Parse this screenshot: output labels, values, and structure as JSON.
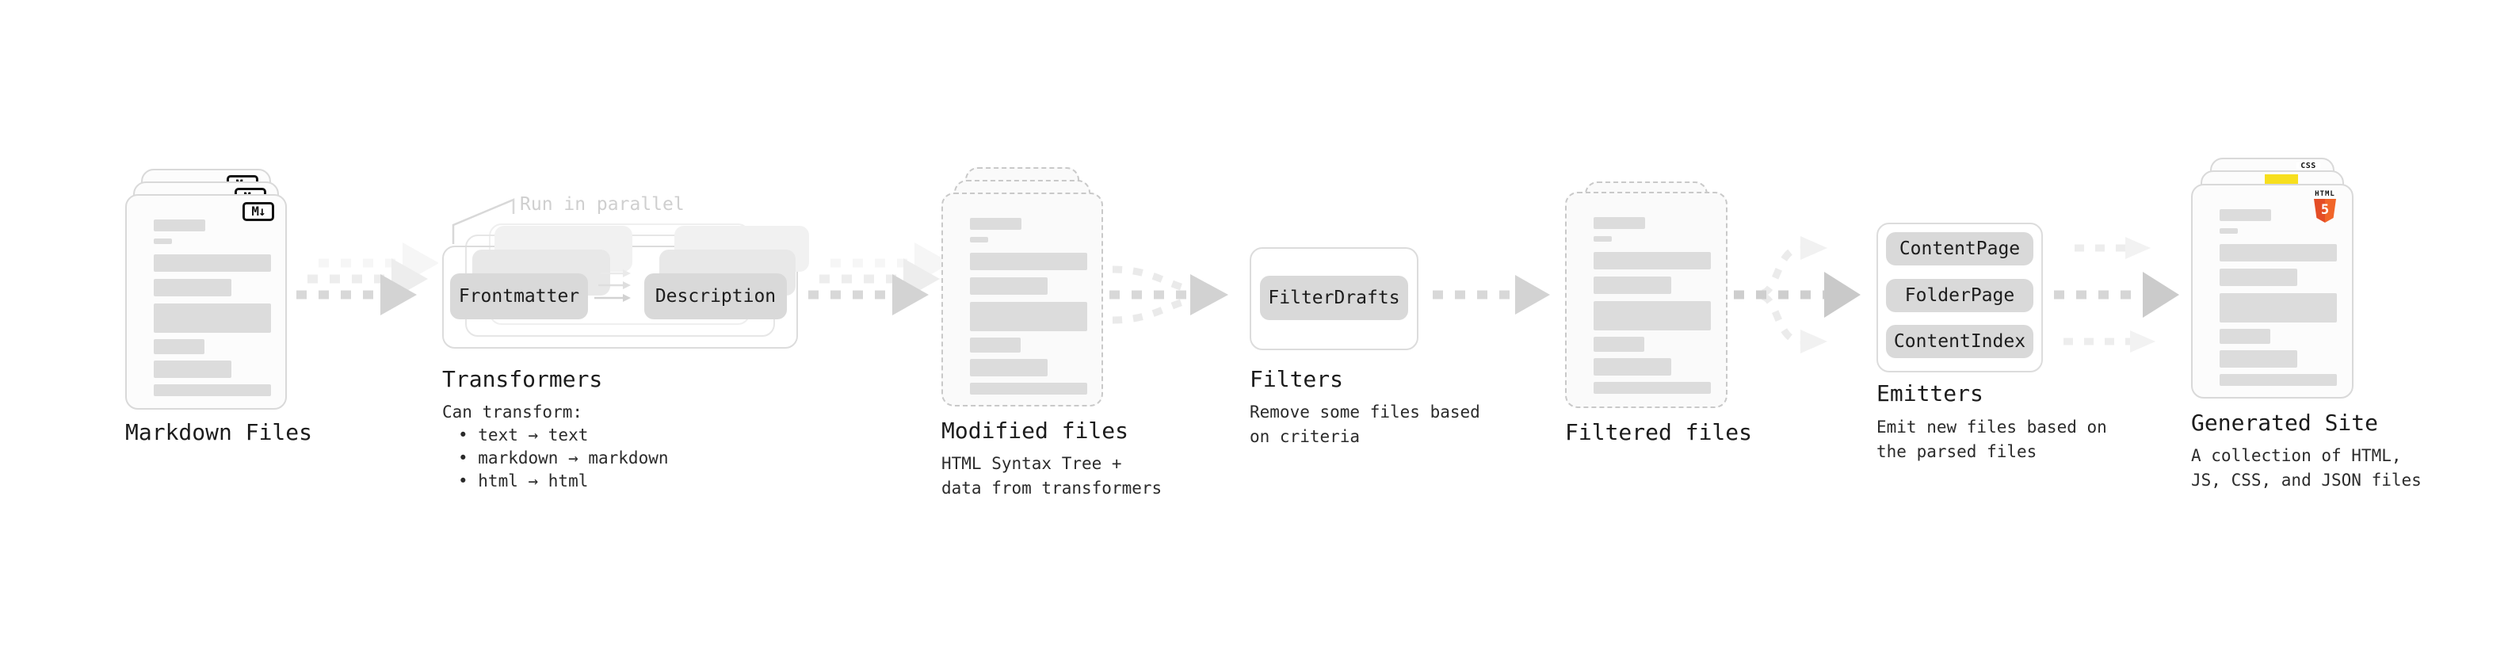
{
  "colors": {
    "accent_html5": "#e44d26",
    "accent_html5_light": "#f16529",
    "accent_css_blue": "#2965f1",
    "accent_js_yellow": "#f7df1e",
    "ink": "#1c1c1c",
    "pill_gray": "#d9d9d9"
  },
  "nodes": {
    "markdown_files": {
      "label": "Markdown Files",
      "badge": "M↓"
    },
    "transformers": {
      "label": "Transformers",
      "note": "Run in parallel",
      "steps": [
        "Frontmatter",
        "Description"
      ],
      "desc_title": "Can transform:",
      "bullets": [
        "• text → text",
        "• markdown → markdown",
        "• html → html"
      ]
    },
    "modified_files": {
      "label": "Modified files",
      "desc": [
        "HTML Syntax Tree +",
        "data from transformers"
      ]
    },
    "filters": {
      "label": "Filters",
      "steps": [
        "FilterDrafts"
      ],
      "desc": [
        "Remove some files based",
        "on criteria"
      ]
    },
    "filtered_files": {
      "label": "Filtered files"
    },
    "emitters": {
      "label": "Emitters",
      "steps": [
        "ContentPage",
        "FolderPage",
        "ContentIndex"
      ],
      "desc": [
        "Emit new files based on",
        "the parsed files"
      ]
    },
    "generated_site": {
      "label": "Generated Site",
      "desc": [
        "A collection of HTML,",
        "JS, CSS, and JSON files"
      ],
      "badges": {
        "html_label": "HTML",
        "html_number": "5",
        "css_label": "CSS"
      }
    }
  }
}
